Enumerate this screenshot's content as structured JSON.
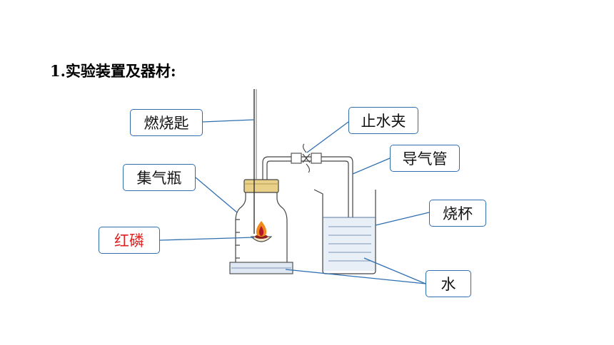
{
  "heading": "1.实验装置及器材:",
  "labels": {
    "spoon": "燃烧匙",
    "clamp": "止水夹",
    "bottle": "集气瓶",
    "tube": "导气管",
    "phosphorus": "红磷",
    "beaker": "烧杯",
    "water": "水"
  },
  "colors": {
    "leader_line": "#2f6fb0",
    "phosphorus_text": "#e02020",
    "stopper": "#e8d089",
    "flame": "#e8751a"
  }
}
